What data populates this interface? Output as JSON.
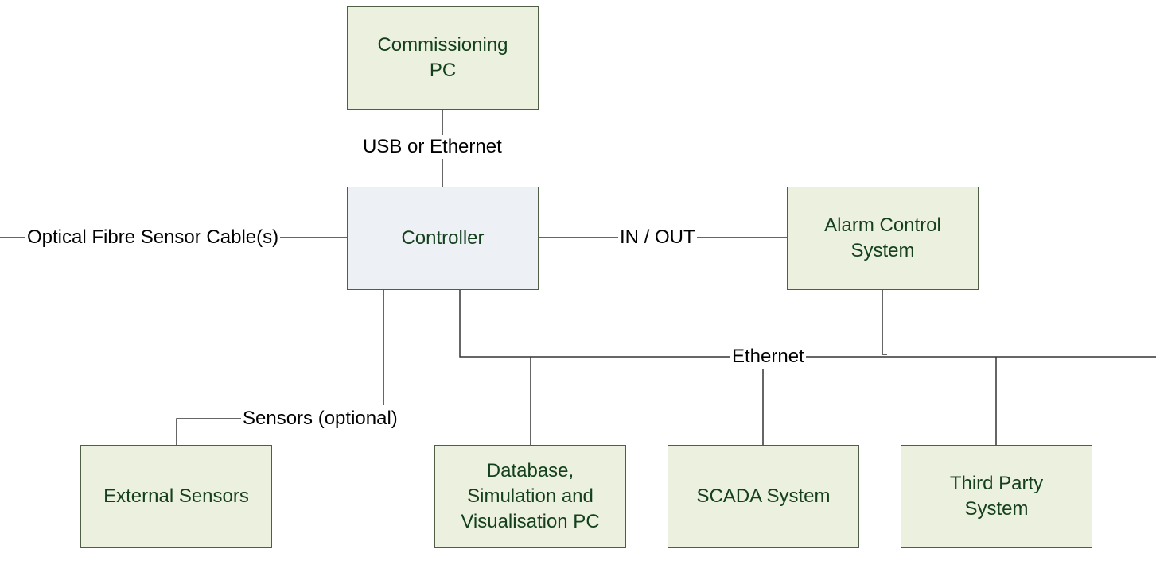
{
  "nodes": {
    "commissioning_pc": "Commissioning\nPC",
    "controller": "Controller",
    "alarm_control": "Alarm Control\nSystem",
    "external_sensors": "External Sensors",
    "database_pc": "Database,\nSimulation and\nVisualisation PC",
    "scada": "SCADA System",
    "third_party": "Third Party\nSystem"
  },
  "edges": {
    "usb_ethernet": "USB or Ethernet",
    "optical_fibre": "Optical Fibre Sensor Cable(s)",
    "in_out": "IN / OUT",
    "ethernet": "Ethernet",
    "sensors_optional": "Sensors (optional)"
  },
  "colors": {
    "box_fill": "#ebf1de",
    "controller_fill": "#edf0f5",
    "box_border": "#4f5f45",
    "box_text": "#14401e"
  }
}
